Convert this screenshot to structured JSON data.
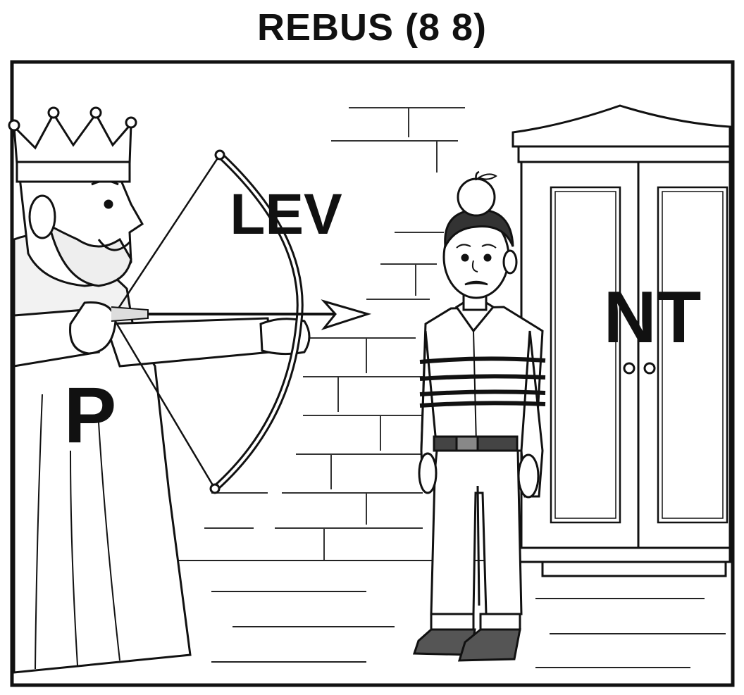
{
  "title": "REBUS (8 8)",
  "labels": {
    "bow": "LEV",
    "king": "P",
    "wardrobe": "NT"
  },
  "colors": {
    "ink": "#111111",
    "paper": "#ffffff",
    "shade": "#e9e9e9"
  }
}
